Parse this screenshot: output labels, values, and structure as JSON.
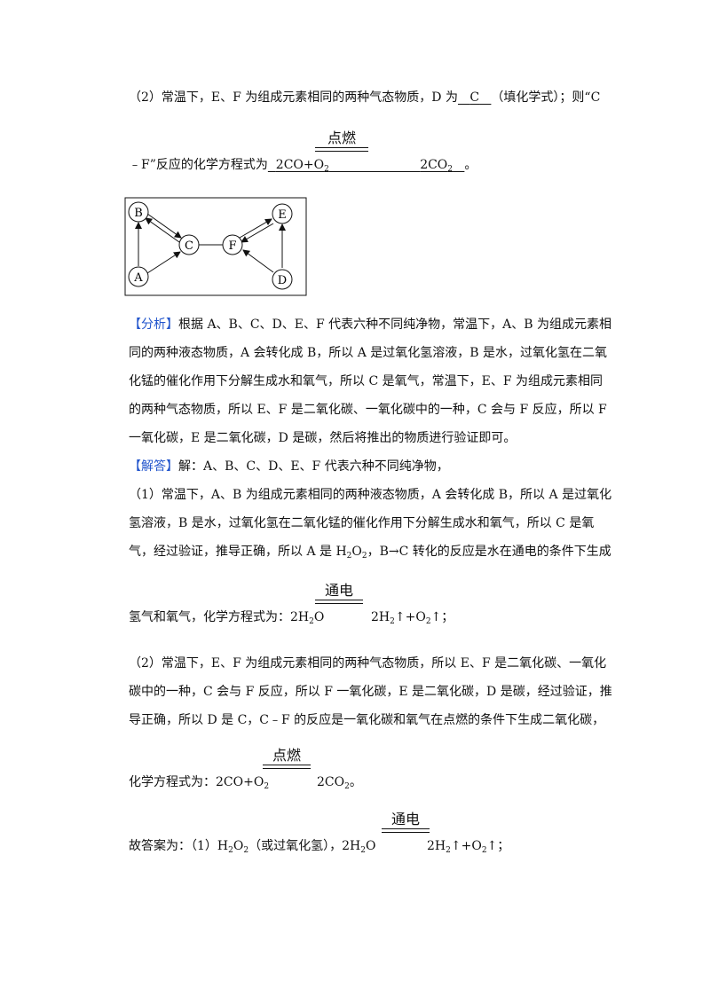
{
  "q2": {
    "line1_a": "（2）常温下，E、F 为组成元素相同的两种气态物质，D 为",
    "line1_answer": "C",
    "line1_b": "（填化学式）；则“C",
    "cond1": "点燃",
    "line2_a": "﹣F”反应的化学方程式为",
    "line2_left": "2CO+O",
    "line2_left_sub": "2",
    "line2_right": "2CO",
    "line2_right_sub": "2",
    "line2_end": "。"
  },
  "diagram": {
    "nodes": [
      "A",
      "B",
      "C",
      "D",
      "E",
      "F"
    ]
  },
  "analysis": {
    "tag": "【分析】",
    "l1": "根据 A、B、C、D、E、F 代表六种不同纯净物，常温下，A、B 为组成元素相",
    "l2": "同的两种液态物质，A 会转化成 B，所以 A 是过氧化氢溶液，B 是水，过氧化氢在二氧",
    "l3": "化锰的催化作用下分解生成水和氧气，所以 C 是氧气，常温下，E、F 为组成元素相同",
    "l4": "的两种气态物质，所以 E、F 是二氧化碳、一氧化碳中的一种，C 会与 F 反应，所以 F",
    "l5": "一氧化碳，E 是二氧化碳，D 是碳，然后将推出的物质进行验证即可。"
  },
  "answer": {
    "tag": "【解答】",
    "l1": "解：A、B、C、D、E、F 代表六种不同纯净物，",
    "p1_l1": "（1）常温下，A、B 为组成元素相同的两种液态物质，A 会转化成 B，所以 A 是过氧化",
    "p1_l2": "氢溶液，B 是水，过氧化氢在二氧化锰的催化作用下分解生成水和氧气，所以 C 是氧",
    "p1_l3_a": "气，经过验证，推导正确，所以 A 是 H",
    "p1_l3_sub1": "2",
    "p1_l3_b": "O",
    "p1_l3_sub2": "2",
    "p1_l3_c": "，B→C 转化的反应是水在通电的条件下生成",
    "cond2": "通电",
    "eq1_a": "氢气和氧气，化学方程式为：2H",
    "eq1_sub": "2",
    "eq1_b": "O",
    "eq1_right_a": "2H",
    "eq1_right_sub1": "2",
    "eq1_right_b": "↑+O",
    "eq1_right_sub2": "2",
    "eq1_right_c": "↑；",
    "p2_l1": "（2）常温下，E、F 为组成元素相同的两种气态物质，所以 E、F 是二氧化碳、一氧化",
    "p2_l2": "碳中的一种，C 会与 F 反应，所以 F 一氧化碳，E 是二氧化碳，D 是碳，经过验证，推",
    "p2_l3": "导正确，所以 D 是 C，C﹣F 的反应是一氧化碳和氧气在点燃的条件下生成二氧化碳，",
    "cond3": "点燃",
    "eq2_a": "化学方程式为：2CO+O",
    "eq2_sub": "2",
    "eq2_right": "2CO",
    "eq2_right_sub": "2",
    "eq2_end": "。",
    "cond4": "通电",
    "final_a": "故答案为：（1）H",
    "final_sub1": "2",
    "final_b": "O",
    "final_sub2": "2",
    "final_c": "（或过氧化氢），2H",
    "final_sub3": "2",
    "final_d": "O",
    "final_right_a": "2H",
    "final_right_sub1": "2",
    "final_right_b": "↑+O",
    "final_right_sub2": "2",
    "final_right_c": "↑；"
  }
}
